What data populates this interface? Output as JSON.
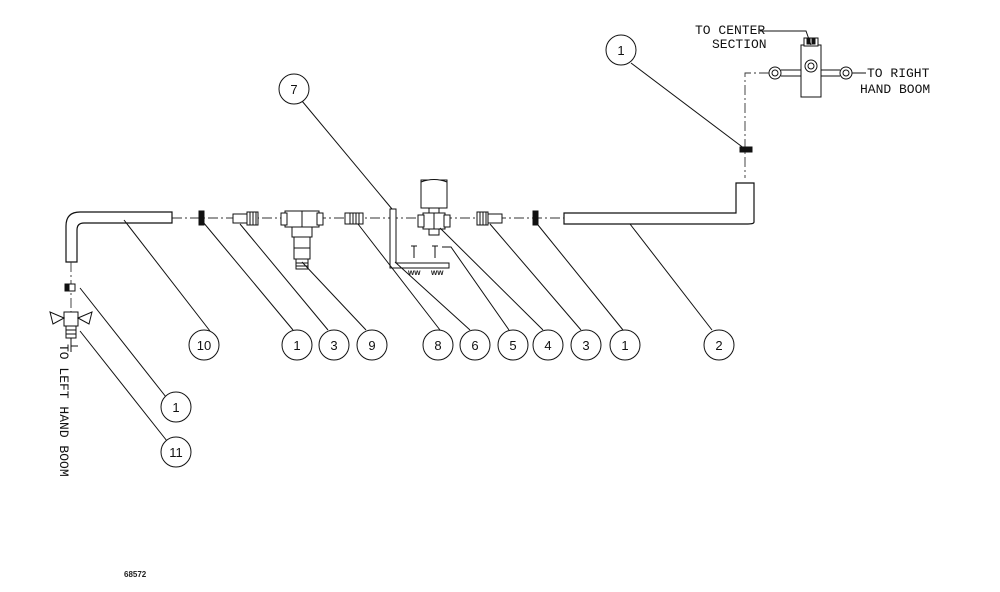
{
  "labels": {
    "center_line1": "TO CENTER",
    "center_line2": "SECTION",
    "right_line1": "TO RIGHT",
    "right_line2": "HAND BOOM",
    "left_vertical": "TO LEFT HAND BOOM",
    "ref_number": "68572"
  },
  "balloons": {
    "top_right_1": "1",
    "top_7": "7",
    "b10": "10",
    "b1a": "1",
    "b3a": "3",
    "b9": "9",
    "b8": "8",
    "b6": "6",
    "b5": "5",
    "b4": "4",
    "b3b": "3",
    "b1b": "1",
    "b2": "2",
    "left_1": "1",
    "left_11": "11"
  }
}
